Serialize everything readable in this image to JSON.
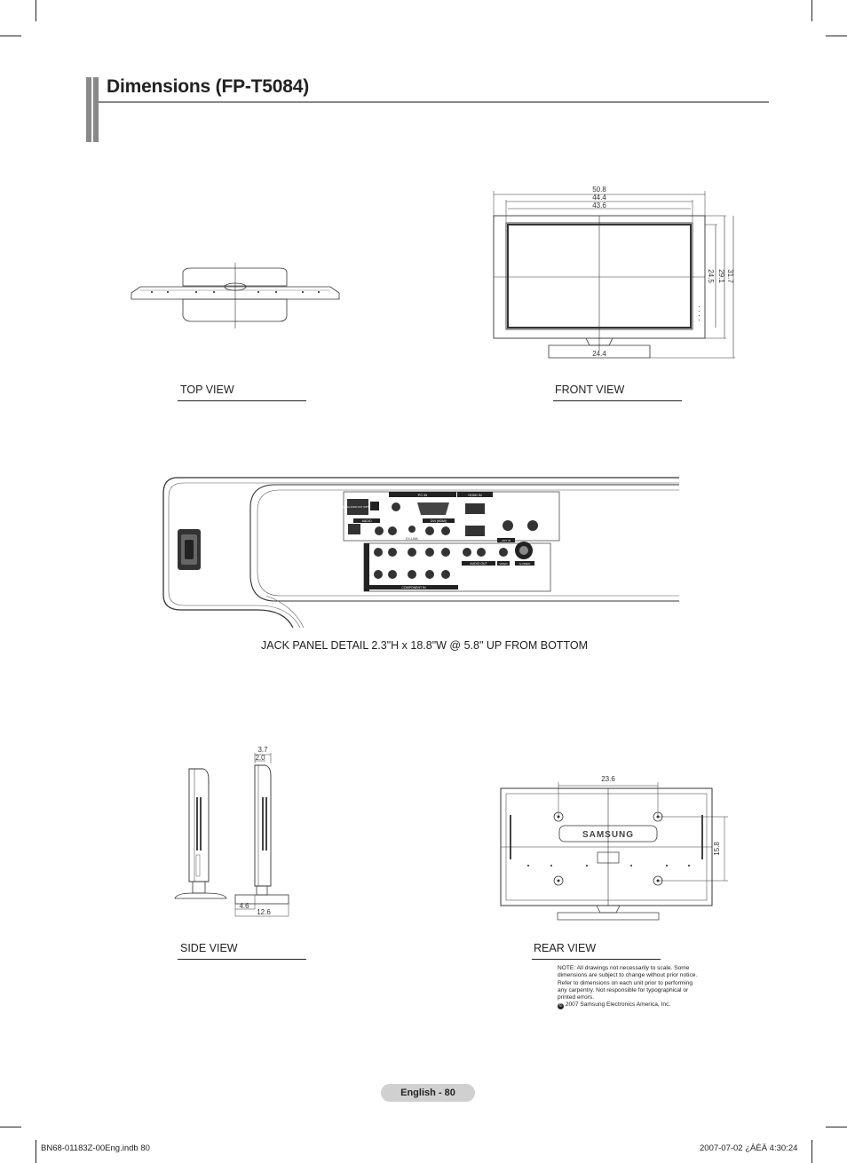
{
  "page": {
    "title": "Dimensions (FP-T5084)",
    "page_number_label": "English - 80",
    "footer_left": "BN68-01183Z-00Eng.indb   80",
    "footer_right": "2007-07-02   ¿ÀÈÄ 4:30:24"
  },
  "views": {
    "top_view_label": "TOP VIEW",
    "front_view_label": "FRONT VIEW",
    "side_view_label": "SIDE VIEW",
    "rear_view_label": "REAR VIEW",
    "jack_panel_caption": "JACK PANEL DETAIL 2.3\"H x 18.8\"W @ 5.8\" UP FROM BOTTOM"
  },
  "front_dims": {
    "overall_width": "50.8",
    "bezel_width": "44.4",
    "screen_width": "43.6",
    "screen_height": "24.5",
    "body_height": "29.1",
    "total_height": "31.7",
    "stand_width": "24.4"
  },
  "side_dims": {
    "depth_top": "3.7",
    "depth_inner": "2.0",
    "stand_depth_small": "4.6",
    "stand_depth": "12.6"
  },
  "rear_dims": {
    "mount_width": "23.6",
    "mount_height": "15.8"
  },
  "brand": {
    "logo_text": "SAMSUNG"
  },
  "jack_labels": {
    "digital_audio_out": "DIGITAL AUDIO OUT (OPTICAL)",
    "pc_in": "PC IN",
    "hdmi_in": "HDMI IN",
    "audio": "AUDIO",
    "dvi_hdmi": "DVI (HDMI)",
    "ex_link": "EX-LINK",
    "audio_out": "AUDIO OUT",
    "component_in": "COMPONENT IN",
    "ant_in": "ANT IN",
    "video": "VIDEO",
    "s_video": "S-VIDEO"
  },
  "note": {
    "lines": [
      "NOTE:  All drawings not necessarily to scale.  Some",
      "dimensions are subject to change without prior notice.",
      "Refer to dimensions on each unit prior to performing",
      "any carpentry.  Not responsible for typographical or",
      "printed errors."
    ],
    "copyright": "2007 Samsung Electronics America, Inc."
  }
}
